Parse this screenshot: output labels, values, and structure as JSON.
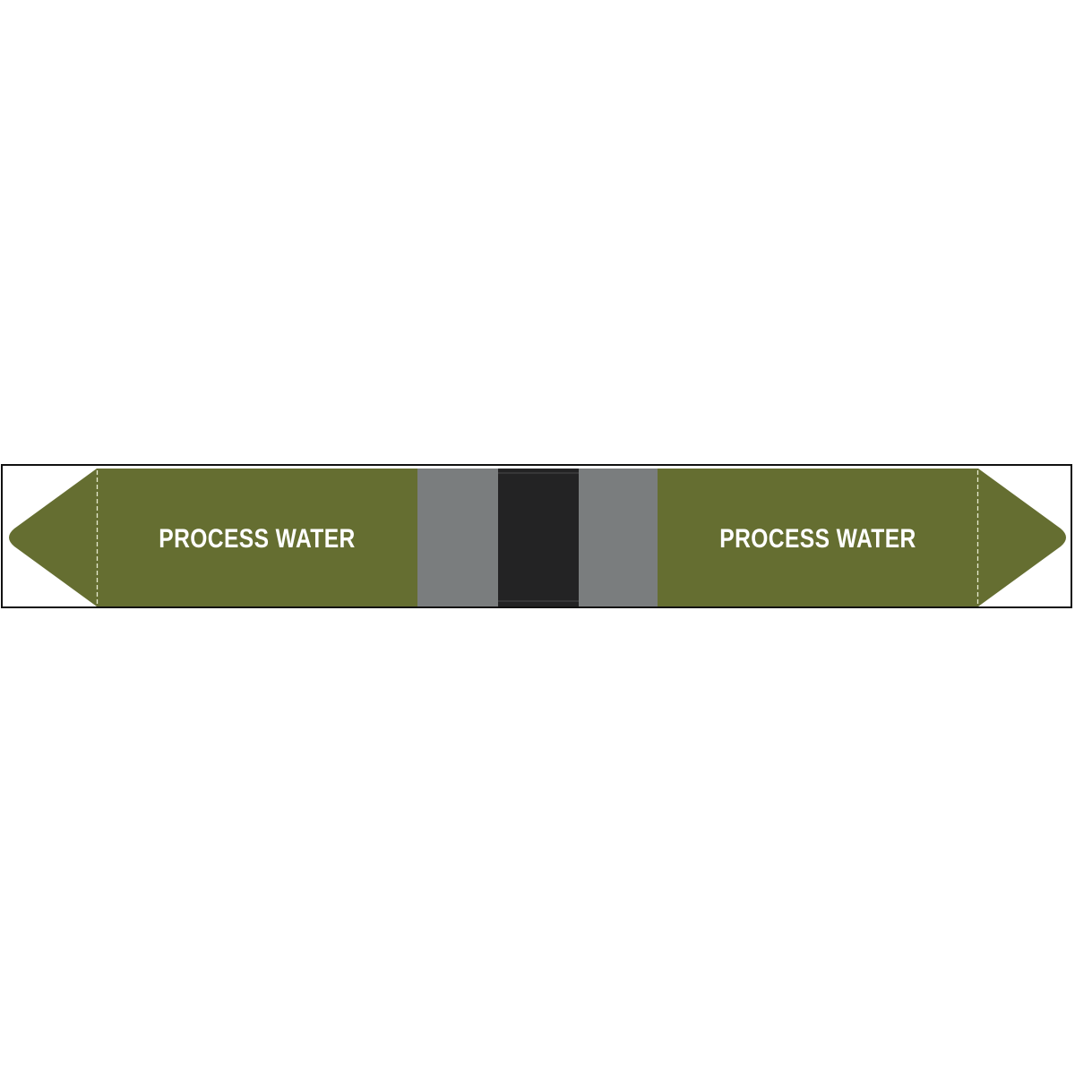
{
  "marker": {
    "label_left": "PROCESS WATER",
    "label_right": "PROCESS WATER",
    "colors": {
      "base": "#656e31",
      "band_gray": "#7a7d7e",
      "band_black": "#232324",
      "text": "#ffffff",
      "border": "#111111"
    },
    "bands": [
      "gray",
      "black",
      "gray"
    ],
    "arrows": [
      "left",
      "right"
    ]
  }
}
